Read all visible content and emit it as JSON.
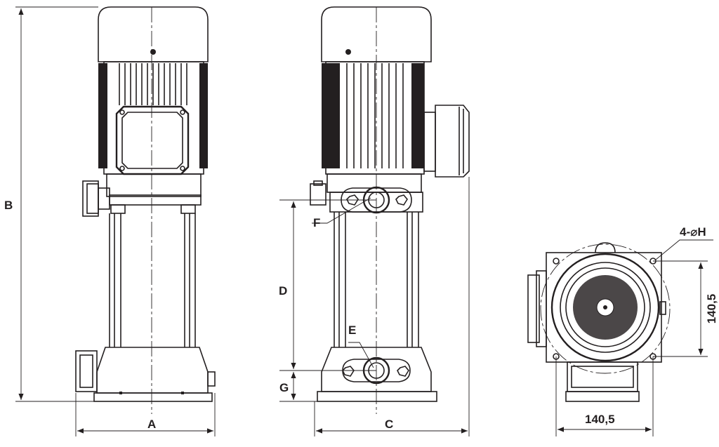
{
  "labels": {
    "A": "A",
    "B": "B",
    "C": "C",
    "D": "D",
    "E": "E",
    "F": "F",
    "G": "G",
    "holes": "4-⌀H",
    "base_width": "140,5",
    "base_depth": "140,5"
  },
  "colors": {
    "line": "#231f20",
    "background": "#ffffff"
  }
}
